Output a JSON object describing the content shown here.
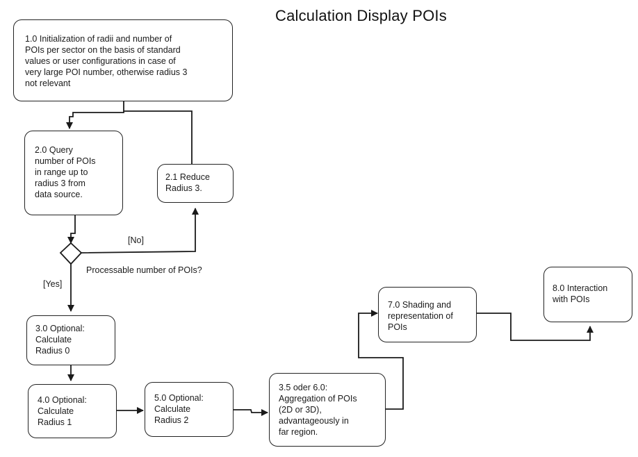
{
  "title": "Calculation Display POIs",
  "nodes": {
    "n1_0": {
      "id": "1.0",
      "text": "1.0 Initialization of radii and number of\nPOIs per sector on the basis of standard\nvalues or user configurations in case of\nvery large POI number, otherwise radius 3\nnot relevant"
    },
    "n2_0": {
      "id": "2.0",
      "text": "2.0 Query\nnumber of POIs\nin range up to\nradius 3 from\ndata source."
    },
    "n2_1": {
      "id": "2.1",
      "text": "2.1 Reduce\nRadius 3."
    },
    "decision": {
      "question": "Processable number of POIs?"
    },
    "n3_0": {
      "id": "3.0",
      "text": "3.0 Optional:\nCalculate\nRadius 0"
    },
    "n4_0": {
      "id": "4.0",
      "text": "4.0 Optional:\nCalculate\nRadius 1"
    },
    "n5_0": {
      "id": "5.0",
      "text": "5.0 Optional:\nCalculate\nRadius 2"
    },
    "n3_5": {
      "id": "3.5 oder 6.0",
      "text": "3.5 oder 6.0:\nAggregation of POIs\n(2D or 3D),\nadvantageously in\nfar region."
    },
    "n7_0": {
      "id": "7.0",
      "text": "7.0 Shading and\nrepresentation of\nPOIs"
    },
    "n8_0": {
      "id": "8.0",
      "text": "8.0 Interaction\nwith POIs"
    }
  },
  "edge_labels": {
    "no": "[No]",
    "yes": "[Yes]"
  },
  "colors": {
    "line": "#1a1a1a",
    "background": "#ffffff"
  }
}
